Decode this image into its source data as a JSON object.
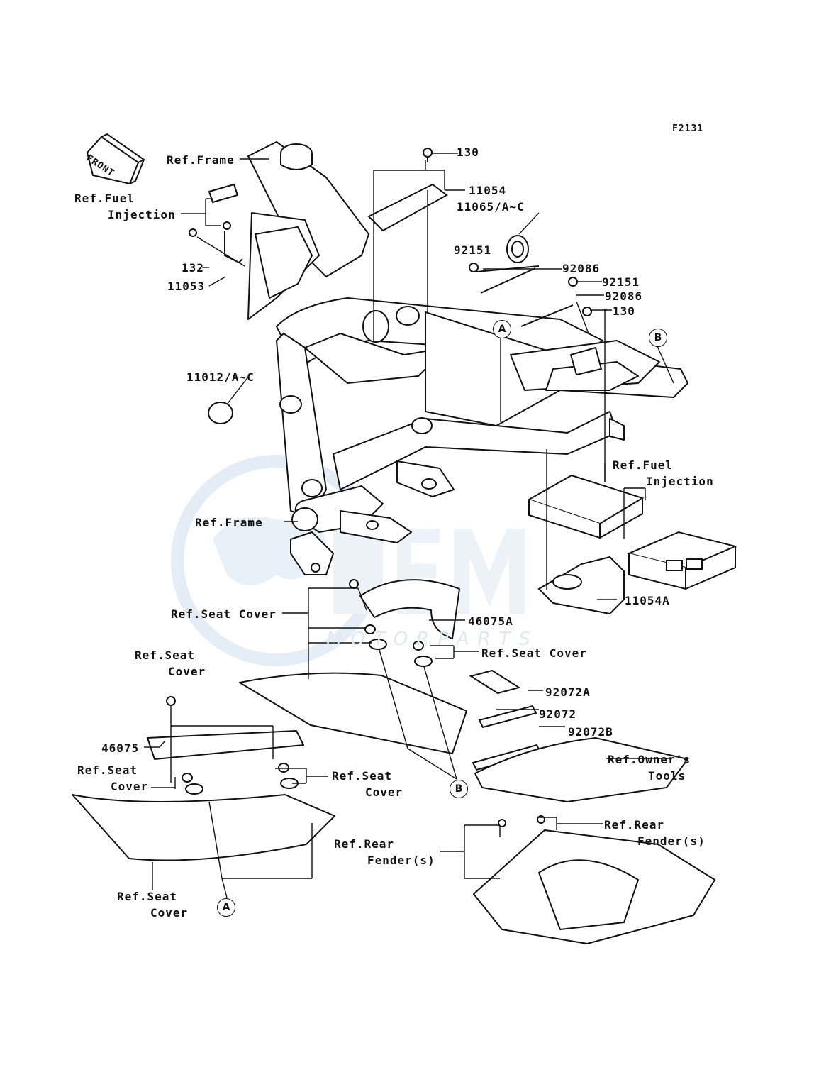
{
  "figure_id": "F2131",
  "front_badge": "FRONT",
  "watermark": {
    "line1": "OEM",
    "line2": "MOTORPARTS"
  },
  "labels": {
    "l130_top": "130",
    "l11054": "11054",
    "l11065": "11065/A~C",
    "l92151_a": "92151",
    "l92086_a": "92086",
    "l92151_b": "92151",
    "l92086_b": "92086",
    "l130_b": "130",
    "ref_frame_top": "Ref.Frame",
    "ref_fuel_inj_top_1": "Ref.Fuel",
    "ref_fuel_inj_top_2": "Injection",
    "l132": "132",
    "l11053": "11053",
    "l11012": "11012/A~C",
    "ref_fuel_inj_mid_1": "Ref.Fuel",
    "ref_fuel_inj_mid_2": "Injection",
    "ref_frame_mid": "Ref.Frame",
    "l11054A": "11054A",
    "ref_seat_cover_1": "Ref.Seat Cover",
    "l46075A": "46075A",
    "ref_seat_cover_2": "Ref.Seat Cover",
    "ref_seat_cover_3a": "Ref.Seat",
    "ref_seat_cover_3b": "Cover",
    "l92072A": "92072A",
    "l92072": "92072",
    "l92072B": "92072B",
    "l46075": "46075",
    "ref_seat_cover_4a": "Ref.Seat",
    "ref_seat_cover_4b": "Cover",
    "ref_seat_cover_5a": "Ref.Seat",
    "ref_seat_cover_5b": "Cover",
    "ref_owners_tools_1": "Ref.Owner's",
    "ref_owners_tools_2": "Tools",
    "ref_rear_fender_1a": "Ref.Rear",
    "ref_rear_fender_1b": "Fender(s)",
    "ref_rear_fender_2a": "Ref.Rear",
    "ref_rear_fender_2b": "Fender(s)",
    "ref_seat_cover_6a": "Ref.Seat",
    "ref_seat_cover_6b": "Cover"
  },
  "callouts": {
    "A_top": "A",
    "B_top": "B",
    "B_bottom": "B",
    "A_bottom": "A"
  }
}
